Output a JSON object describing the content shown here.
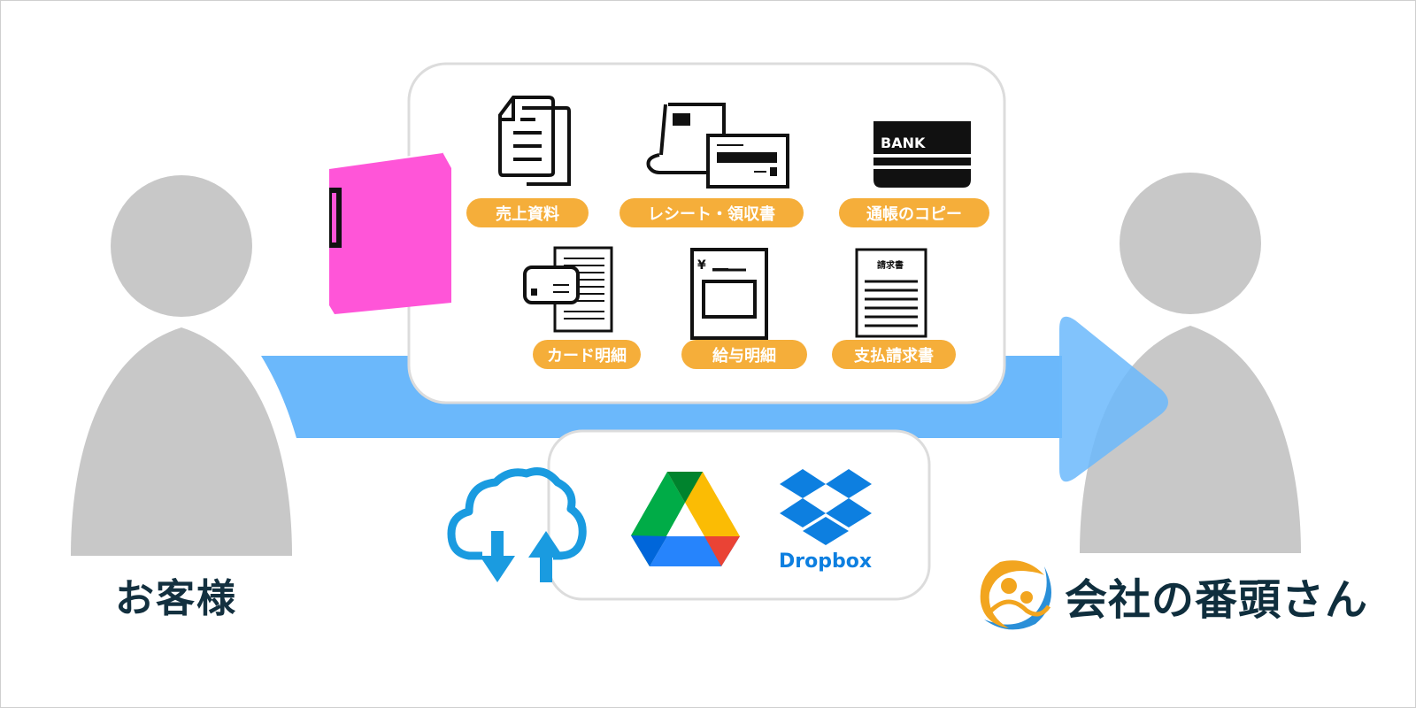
{
  "left_person": {
    "label": "お客様"
  },
  "documents": [
    {
      "icon": "documents-icon",
      "label": "売上資料"
    },
    {
      "icon": "receipt-icon",
      "label": "レシート・領収書"
    },
    {
      "icon": "bankbook-icon",
      "label": "通帳のコピー",
      "icon_text": "BANK"
    },
    {
      "icon": "card-statement-icon",
      "label": "カード明細"
    },
    {
      "icon": "payslip-icon",
      "label": "給与明細",
      "icon_text": "¥"
    },
    {
      "icon": "invoice-icon",
      "label": "支払請求書",
      "icon_text": "請求書"
    }
  ],
  "cloud_services": [
    {
      "icon": "cloud-upload-download-icon"
    },
    {
      "icon": "google-drive-icon"
    },
    {
      "icon": "dropbox-icon",
      "label": "Dropbox"
    }
  ],
  "company_logo": {
    "text": "会社の番頭さん"
  },
  "colors": {
    "arrow": "#6bb8fb",
    "badge": "#f5ae3a",
    "binder": "#ff55d8",
    "person": "#c8c8c8",
    "text_dark": "#13303f"
  }
}
